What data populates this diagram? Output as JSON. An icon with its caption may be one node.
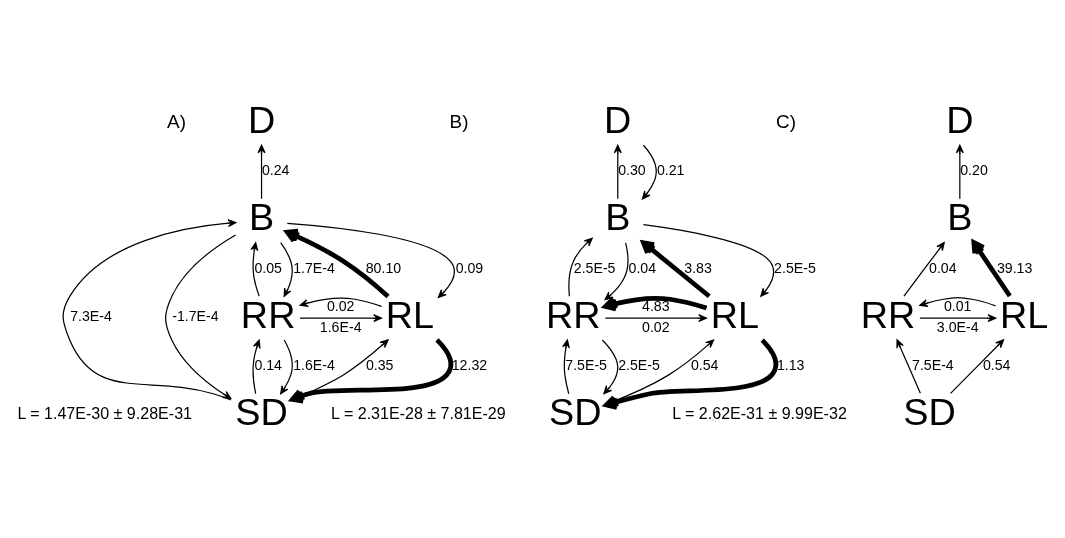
{
  "diagram": {
    "nodes": [
      {
        "text": [
          "D"
        ]
      },
      {
        "text": [
          "B"
        ]
      },
      {
        "text": [
          "RR"
        ]
      },
      {
        "text": [
          "RL"
        ]
      },
      {
        "text": [
          "SD"
        ]
      },
      {
        "text": [
          "D"
        ]
      },
      {
        "text": [
          "B"
        ]
      },
      {
        "text": [
          "RR"
        ]
      },
      {
        "text": [
          "RL"
        ]
      },
      {
        "text": [
          "SD"
        ]
      },
      {
        "text": [
          "D"
        ]
      },
      {
        "text": [
          "B"
        ]
      },
      {
        "text": [
          "RR"
        ]
      },
      {
        "text": [
          "RL"
        ]
      },
      {
        "text": [
          "SD"
        ]
      }
    ],
    "edges": [
      {
        "from": 1,
        "to": 0,
        "arrow": "to",
        "label": "0.24"
      },
      {
        "from": 4,
        "to": 1,
        "arrow": "to",
        "label": "7.3E-4"
      },
      {
        "from": 1,
        "to": 4,
        "arrow": "to",
        "label": "-1.7E-4"
      },
      {
        "from": 1,
        "to": 2,
        "arrow": "to",
        "label": "1.7E-4"
      },
      {
        "from": 2,
        "to": 1,
        "arrow": "to",
        "label": "0.05"
      },
      {
        "from": 1,
        "to": 3,
        "arrow": "to",
        "label": "0.09"
      },
      {
        "from": 3,
        "to": 1,
        "arrow": "to",
        "label": "80.10",
        "style": "thick"
      },
      {
        "from": 2,
        "to": 3,
        "arrow": "to",
        "label": "1.6E-4"
      },
      {
        "from": 3,
        "to": 2,
        "arrow": "to",
        "label": "0.02"
      },
      {
        "from": 2,
        "to": 4,
        "arrow": "to",
        "label": "1.6E-4"
      },
      {
        "from": 4,
        "to": 2,
        "arrow": "to",
        "label": "0.14"
      },
      {
        "from": 3,
        "to": 4,
        "arrow": "to",
        "label": "12.32",
        "style": "thick"
      },
      {
        "from": 4,
        "to": 3,
        "arrow": "to",
        "label": "0.35"
      },
      {
        "from": 6,
        "to": 5,
        "arrow": "to",
        "label": "0.30"
      },
      {
        "from": 5,
        "to": 6,
        "arrow": "to",
        "label": "0.21"
      },
      {
        "from": 6,
        "to": 7,
        "arrow": "to",
        "label": "0.04"
      },
      {
        "from": 7,
        "to": 6,
        "arrow": "to",
        "label": "2.5E-5"
      },
      {
        "from": 6,
        "to": 8,
        "arrow": "to",
        "label": "2.5E-5"
      },
      {
        "from": 8,
        "to": 6,
        "arrow": "to",
        "label": "3.83",
        "style": "thick"
      },
      {
        "from": 7,
        "to": 8,
        "arrow": "to",
        "label": "0.02"
      },
      {
        "from": 8,
        "to": 7,
        "arrow": "to",
        "label": "4.83",
        "style": "thick"
      },
      {
        "from": 7,
        "to": 9,
        "arrow": "to",
        "label": "2.5E-5"
      },
      {
        "from": 9,
        "to": 7,
        "arrow": "to",
        "label": "7.5E-5"
      },
      {
        "from": 8,
        "to": 9,
        "arrow": "to",
        "label": "1.13",
        "style": "thick"
      },
      {
        "from": 9,
        "to": 8,
        "arrow": "to",
        "label": "0.54"
      },
      {
        "from": 11,
        "to": 10,
        "arrow": "to",
        "label": "0.20"
      },
      {
        "from": 12,
        "to": 11,
        "arrow": "to",
        "label": "0.04"
      },
      {
        "from": 13,
        "to": 11,
        "arrow": "to",
        "label": "39.13",
        "style": "thick"
      },
      {
        "from": 12,
        "to": 13,
        "arrow": "to",
        "label": "3.0E-4"
      },
      {
        "from": 13,
        "to": 12,
        "arrow": "to",
        "label": "0.01"
      },
      {
        "from": 14,
        "to": 12,
        "arrow": "to",
        "label": "7.5E-4"
      },
      {
        "from": 14,
        "to": 13,
        "arrow": "to",
        "label": "0.54"
      }
    ],
    "labels": [
      "A)",
      "L = 1.47E-30 ± 9.28E-31",
      "B)",
      "L = 2.31E-28 ± 7.81E-29",
      "C)",
      "L = 2.62E-31 ± 9.99E-32"
    ]
  }
}
